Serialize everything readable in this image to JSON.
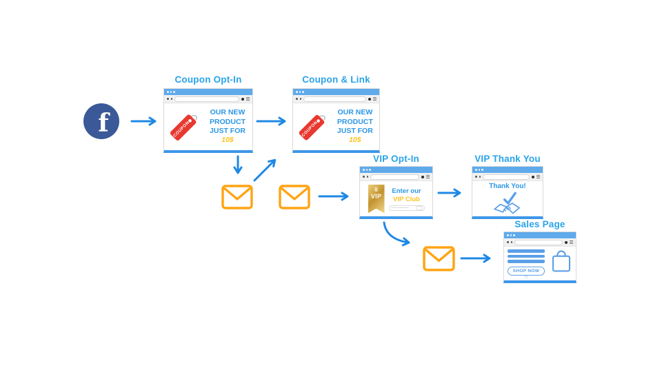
{
  "diagram": {
    "source": {
      "facebook_letter": "f"
    },
    "windows": {
      "coupon_optin": {
        "title": "Coupon Opt-In",
        "tag_label": "COUPON",
        "lines": [
          "OUR NEW",
          "PRODUCT",
          "JUST FOR"
        ],
        "price": "10$"
      },
      "coupon_link": {
        "title": "Coupon & Link",
        "tag_label": "COUPON",
        "lines": [
          "OUR NEW",
          "PRODUCT",
          "JUST FOR"
        ],
        "price": "10$"
      },
      "vip_optin": {
        "title": "VIP Opt-In",
        "crown_icon": "♛",
        "badge_label": "VIP",
        "prompt_line1": "Enter our",
        "prompt_line2": "VIP Club"
      },
      "vip_thankyou": {
        "title": "VIP Thank You",
        "message": "Thank You!"
      },
      "sales_page": {
        "title": "Sales Page",
        "button_label": "SHOP NOW",
        "cursor_icon": "☝"
      }
    },
    "colors": {
      "heading_blue": "#29A3E9",
      "arrow_blue": "#1E88E5",
      "body_blue": "#2B97E5",
      "light_blue": "#5B9FE8",
      "window_bar_blue": "#5EAAEB",
      "window_base_blue": "#3D96E8",
      "envelope_orange": "#FFA413",
      "coupon_red": "#E8382F",
      "gold": "#FFC21C",
      "facebook_blue": "#3B5998"
    }
  }
}
